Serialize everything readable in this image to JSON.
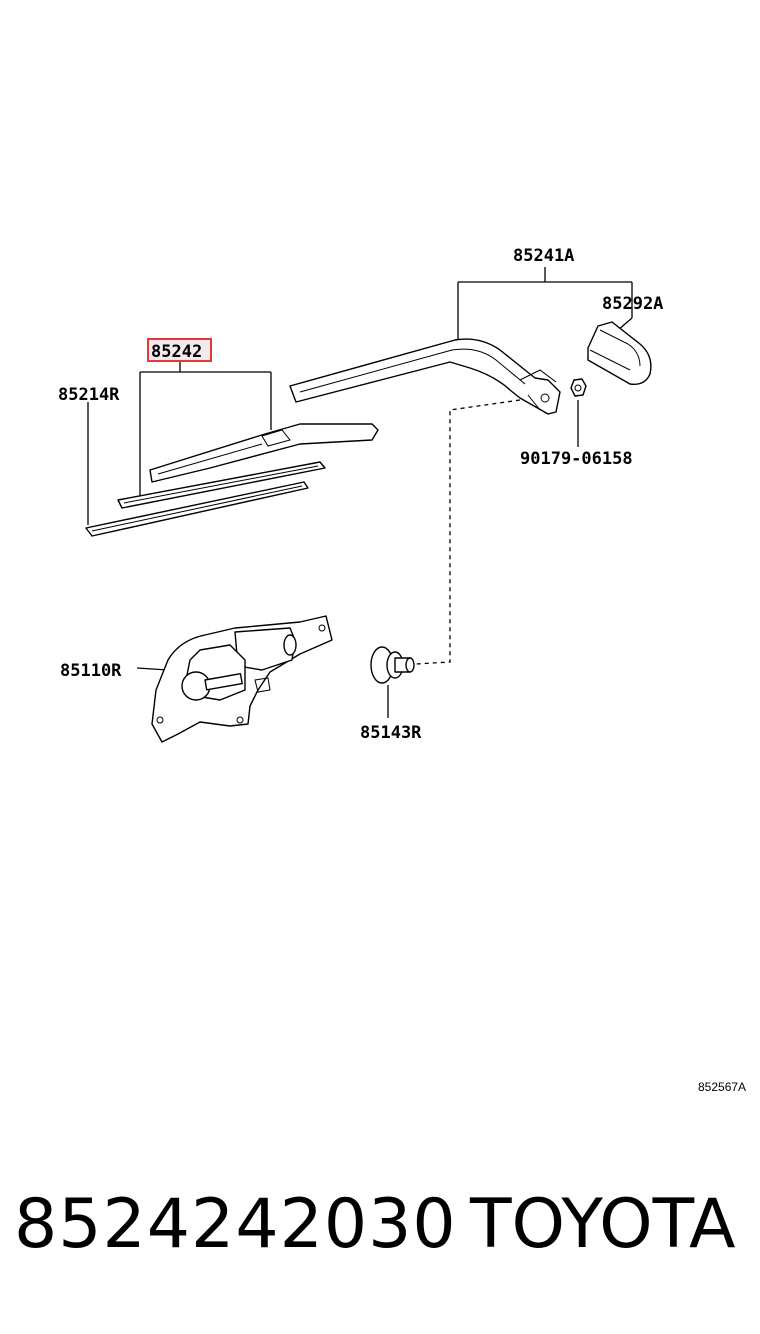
{
  "diagram": {
    "labels": {
      "arm": "85241A",
      "arm_cap": "85292A",
      "nut": "90179-06158",
      "blade": "85242",
      "blade_rubber": "85214R",
      "motor": "85110R",
      "grommet": "85143R"
    },
    "highlighted_part": "85242",
    "highlight_color": "#e53935",
    "figure_ref": "852567A"
  },
  "footer": {
    "part_number": "8524242030",
    "brand": "TOYOTA"
  }
}
